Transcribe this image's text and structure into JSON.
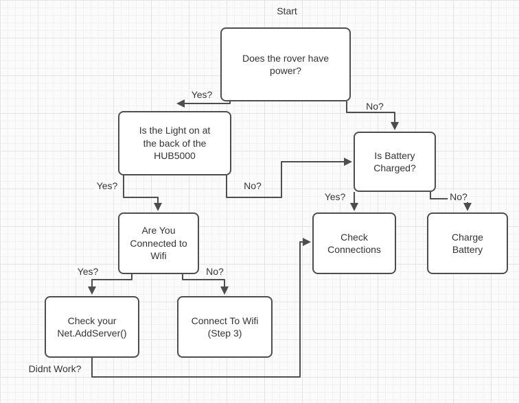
{
  "canvas": {
    "background": "#fbfbfb",
    "grid_minor_color": "#f1f1f1",
    "grid_major_color": "#e3e3e3",
    "stroke_color": "#4d4d4d",
    "text_color": "#333333"
  },
  "diagram": {
    "nodes": {
      "power": {
        "label": "Does the rover have\npower?"
      },
      "hub_light": {
        "label": "Is the Light on at\nthe back of the\nHUB5000"
      },
      "battery": {
        "label": "Is Battery\nCharged?"
      },
      "wifi": {
        "label": "Are You\nConnected to\nWifi"
      },
      "check_connections": {
        "label": "Check\nConnections"
      },
      "charge_battery": {
        "label": "Charge\nBattery"
      },
      "net_addserver": {
        "label": "Check your\nNet.AddServer()"
      },
      "connect_wifi": {
        "label": "Connect To Wifi\n(Step 3)"
      }
    },
    "labels": {
      "start": "Start",
      "power_yes": "Yes?",
      "power_no": "No?",
      "hub_yes": "Yes?",
      "hub_no": "No?",
      "battery_yes": "Yes?",
      "battery_no": "No?",
      "wifi_yes": "Yes?",
      "wifi_no": "No?",
      "didnt_work": "Didnt Work?"
    }
  }
}
